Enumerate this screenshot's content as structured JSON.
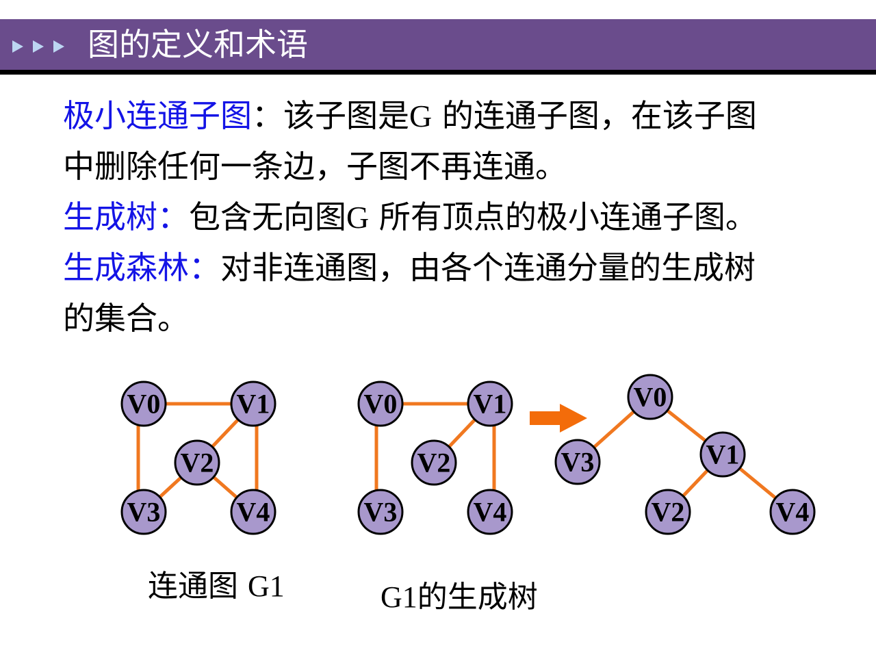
{
  "header": {
    "title": "图的定义和术语",
    "bullet_icon": "triangle-right-icon",
    "bar_color": "#6a4c8c"
  },
  "definitions": {
    "minimal_connected_subgraph": {
      "term": "极小连通子图",
      "sep": "：",
      "line1_a": "该子图是",
      "line1_g": "G",
      "line1_b": " 的连通子图，在该子图",
      "line2": "中删除任何一条边，子图不再连通。"
    },
    "spanning_tree": {
      "term": "生成树：",
      "text_a": "包含无向图",
      "text_g": "G",
      "text_b": " 所有顶点的极小连通子图。"
    },
    "spanning_forest": {
      "term": "生成森林：",
      "line1": "对非连通图，由各个连通分量的生成树",
      "line2": "的集合。"
    },
    "term_color": "#1414e6"
  },
  "graphs": {
    "edge_color": "#f07820",
    "node_fill": "#a898cc",
    "g1": {
      "caption_a": "连通图 ",
      "caption_b": "G1",
      "nodes": [
        "V0",
        "V1",
        "V2",
        "V3",
        "V4"
      ]
    },
    "spanning": {
      "caption_a": "G1",
      "caption_b": "的生成树",
      "nodes": [
        "V0",
        "V1",
        "V2",
        "V3",
        "V4"
      ]
    },
    "tree": {
      "nodes": [
        "V0",
        "V1",
        "V3",
        "V2",
        "V4"
      ]
    },
    "arrow_icon": "arrow-right-icon"
  }
}
